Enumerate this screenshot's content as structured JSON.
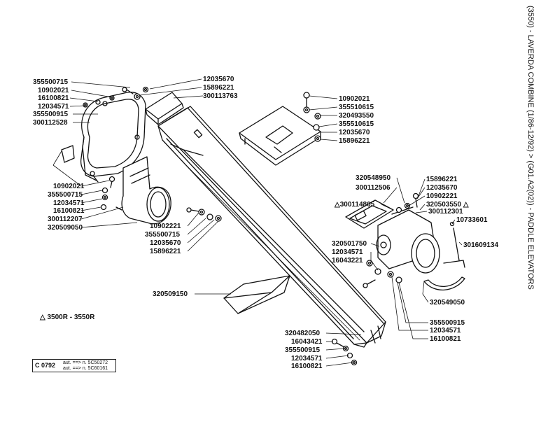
{
  "page": {
    "side_title": "(3550) - LAVERDA COMBINE (1/86-12/92) > (G01.A2(02)) - PADDLE ELEVATORS",
    "variant_note": "△ 3500R - 3550R",
    "ref_code": "C 0792",
    "ref_lines": [
      "aut. ==> n. 5C50272",
      "aut. ==> n. 5C60161"
    ]
  },
  "labels": {
    "l355500715a": "355500715",
    "l10902021a": "10902021",
    "l16100821a": "16100821",
    "l12034571a": "12034571",
    "l355500915a": "355500915",
    "l300112528": "300112528",
    "l12035670a": "12035670",
    "l15896221a": "15896221",
    "l300113763": "300113763",
    "l10902021b": "10902021",
    "l355510615": "355510615",
    "l320493550": "320493550",
    "l355510615b": "355510615",
    "l12035670b": "12035670",
    "l15896221b": "15896221",
    "l10902021c": "10902021",
    "l355500715b": "355500715",
    "l12034571b": "12034571",
    "l16100821b": "16100821",
    "l300112207": "300112207",
    "l320509050": "320509050",
    "l10902221a": "10902221",
    "l355500715c": "355500715",
    "l12035670c": "12035670",
    "l15896221c": "15896221",
    "l320548950": "320548950",
    "l300112506": "300112506",
    "l300114805": "△300114805",
    "l15896221d": "15896221",
    "l12035670d": "12035670",
    "l10902221b": "10902221",
    "l320503550": "320503550 △",
    "l300112301": "300112301",
    "l10733601": "10733601",
    "l320501750": "320501750",
    "l12034571c": "12034571",
    "l16043221": "16043221",
    "l301609134": "301609134",
    "l320509150": "320509150",
    "l320549050": "320549050",
    "l355500915b": "355500915",
    "l12034571d": "12034571",
    "l16100821c": "16100821",
    "l320482050": "320482050",
    "l16043421": "16043421",
    "l355500915c": "355500915",
    "l12034571e": "12034571",
    "l16100821d": "16100821"
  }
}
